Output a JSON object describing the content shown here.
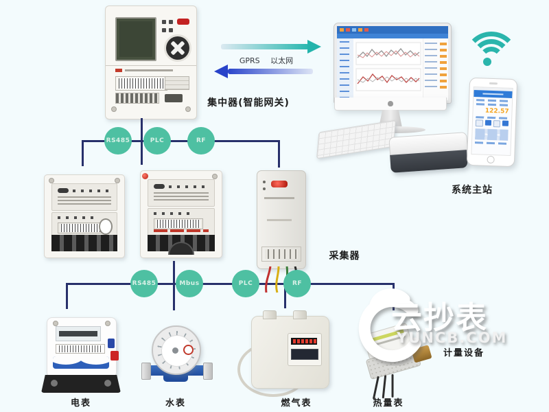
{
  "labels": {
    "concentrator": "集中器(智能网关)",
    "link": "GPRS 以太网",
    "master_station": "系统主站",
    "collector": "采集器",
    "metering_devices": "计量设备"
  },
  "upper_bus": [
    "RS485",
    "PLC",
    "RF"
  ],
  "lower_bus": [
    "RS485",
    "Mbus",
    "PLC",
    "RF"
  ],
  "meters": [
    "电表",
    "水表",
    "燃气表",
    "热量表"
  ],
  "phone": {
    "reading": "122.57"
  },
  "watermark": {
    "cn": "云抄表",
    "en": "YUNCB.COM"
  },
  "colors": {
    "background": "#f3fbfd",
    "bus_line": "#27306b",
    "bus_node": "#4ec0a2",
    "arrow_teal": "#28b7af",
    "arrow_blue": "#2b46cb",
    "wifi": "#2ab5ac",
    "phone_reading": "#f5a623"
  }
}
